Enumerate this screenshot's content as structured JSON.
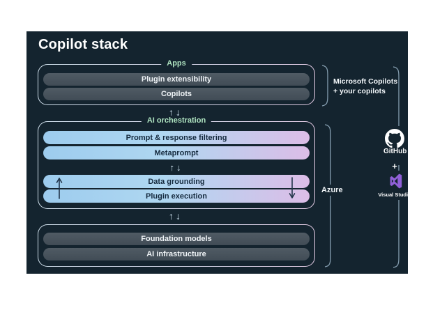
{
  "slide": {
    "title": "Copilot stack"
  },
  "stack": {
    "apps": {
      "label": "Apps",
      "pills": [
        "Plugin extensibility",
        "Copilots"
      ]
    },
    "orchestration": {
      "label": "AI orchestration",
      "pills": [
        "Prompt & response filtering",
        "Metaprompt",
        "Data grounding",
        "Plugin execution"
      ]
    },
    "foundation": {
      "pills": [
        "Foundation models",
        "AI infrastructure"
      ]
    }
  },
  "annotations": {
    "apps_bracket": {
      "line1": "Microsoft Copilots",
      "line2": "+ your copilots"
    },
    "azure_bracket": {
      "label": "Azure"
    },
    "tooling": {
      "github": "GitHub",
      "plus": "+",
      "visual_studio": "Visual Studio"
    }
  },
  "icons": {
    "up_arrow": "↑",
    "down_arrow": "↓"
  },
  "colors": {
    "panel_bg": "#14242F",
    "group_label_green": "#AEE3C0",
    "dark_pill": "#47525C",
    "gradient_pill_start": "#9DCCEE",
    "gradient_pill_end": "#DCBDE7",
    "bracket": "#87A0B2",
    "visual_studio_purple": "#9060D8"
  }
}
